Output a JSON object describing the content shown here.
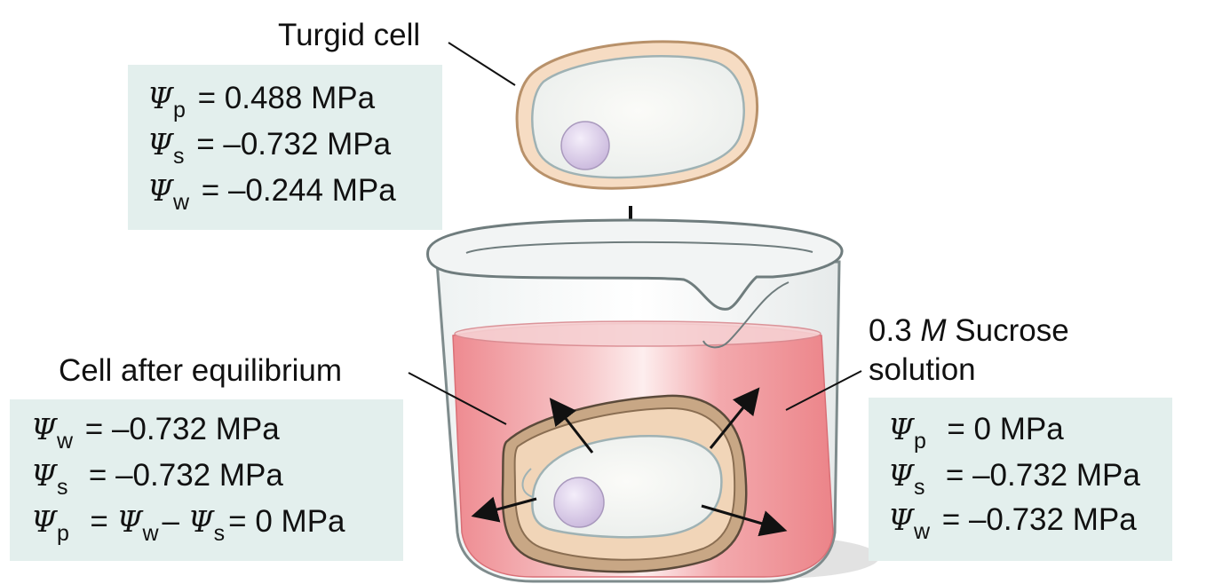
{
  "labels": {
    "turgid_cell": "Turgid cell",
    "cell_after": "Cell after equilibrium",
    "sucrose_prefix": "0.3",
    "sucrose_molar": "M",
    "sucrose_suffix": "Sucrose",
    "sucrose_line2": "solution"
  },
  "symbols": {
    "psi": "Ψ",
    "eq": "=",
    "minus": "–",
    "sub_p": "p",
    "sub_s": "s",
    "sub_w": "w"
  },
  "turgid_box": {
    "p_value": "0.488 MPa",
    "s_value": "–0.732 MPa",
    "w_value": "–0.244 MPa"
  },
  "equilibrium_box": {
    "w_value": "–0.732 MPa",
    "s_value": "–0.732 MPa",
    "p_value": "0 MPa"
  },
  "solution_box": {
    "p_value": "0 MPa",
    "s_value": "–0.732 MPa",
    "w_value": "–0.732 MPa"
  },
  "colors": {
    "box_background": "#e3efed",
    "solution_pink": "#ee8f95",
    "cell_wall_tan": "#c9a886",
    "cell_wall_light": "#f6dcc3",
    "nucleus_lilac": "#d9cde6"
  }
}
